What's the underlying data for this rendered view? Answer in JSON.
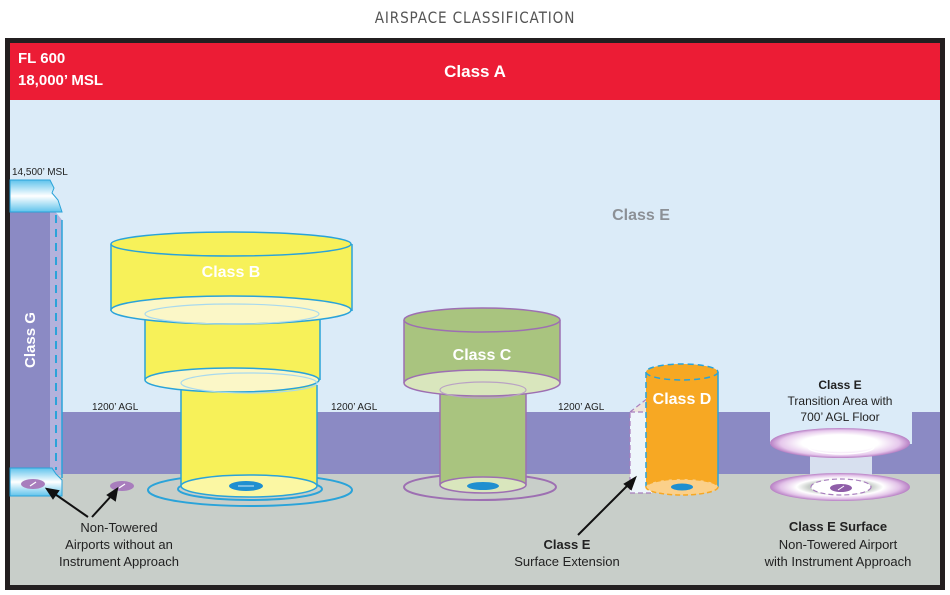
{
  "title": "AIRSPACE CLASSIFICATION",
  "colors": {
    "frame": "#231f20",
    "class_a": "#ec1c35",
    "sky": "#dbebf8",
    "class_g_band": "#8b8ac4",
    "ground": "#c8cec9",
    "class_b": "#f7f159",
    "class_b_outline": "#2aa3d9",
    "class_c": "#a9c47f",
    "class_c_outline": "#9d6fb2",
    "class_d": "#f7a823",
    "class_e_ring": "#c48fce"
  },
  "class_a": {
    "label": "Class A",
    "ceiling": "FL 600",
    "floor": "18,000’ MSL"
  },
  "class_e": {
    "label": "Class E"
  },
  "class_g": {
    "label": "Class G",
    "altitude": "14,500’ MSL"
  },
  "class_b": {
    "label": "Class B"
  },
  "class_c": {
    "label": "Class C"
  },
  "class_d": {
    "label": "Class D"
  },
  "agl_labels": [
    "1200’ AGL",
    "1200’ AGL",
    "1200’ AGL"
  ],
  "transition_area": {
    "title": "Class E",
    "line1": "Transition Area with",
    "line2": "700’ AGL Floor"
  },
  "non_towered": {
    "line1": "Non-Towered",
    "line2": "Airports without an",
    "line3": "Instrument Approach"
  },
  "surface_extension": {
    "title": "Class E",
    "line1": "Surface Extension"
  },
  "class_e_surface": {
    "title": "Class E Surface",
    "line1": "Non-Towered Airport",
    "line2": "with Instrument Approach"
  }
}
